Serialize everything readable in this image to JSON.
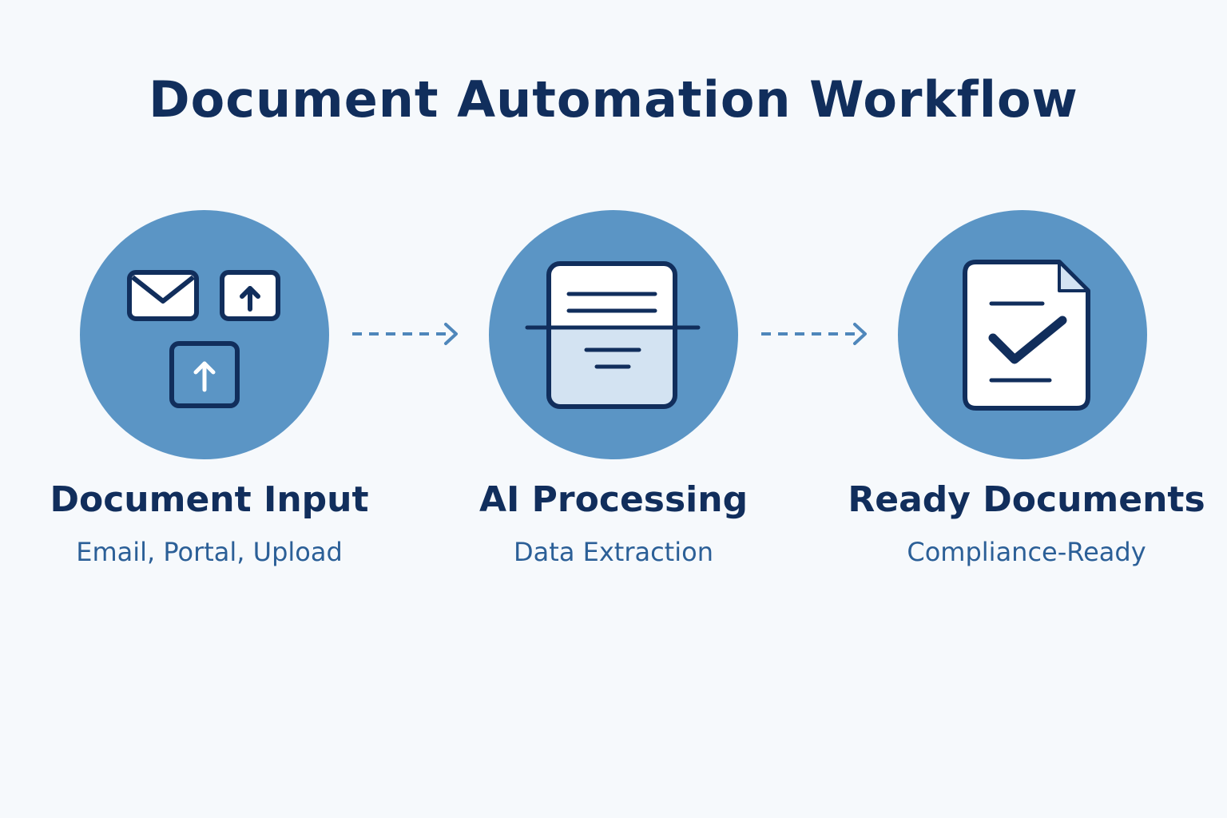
{
  "title": "Document Automation Workflow",
  "colors": {
    "background": "#f6f9fc",
    "circle": "#5b95c5",
    "navy": "#112e5c",
    "subtitle": "#2b5f97",
    "icon_fill": "#ffffff",
    "scan_highlight": "#d3e3f2"
  },
  "steps": [
    {
      "title": "Document Input",
      "subtitle": "Email, Portal, Upload",
      "icons": [
        "envelope-icon",
        "upload-icon",
        "upload-icon"
      ]
    },
    {
      "title": "AI Processing",
      "subtitle": "Data Extraction",
      "icons": [
        "document-scan-icon"
      ]
    },
    {
      "title": "Ready Documents",
      "subtitle": "Compliance-Ready",
      "icons": [
        "document-check-icon"
      ]
    }
  ],
  "connectors": [
    "dashed-arrow-icon",
    "dashed-arrow-icon"
  ]
}
